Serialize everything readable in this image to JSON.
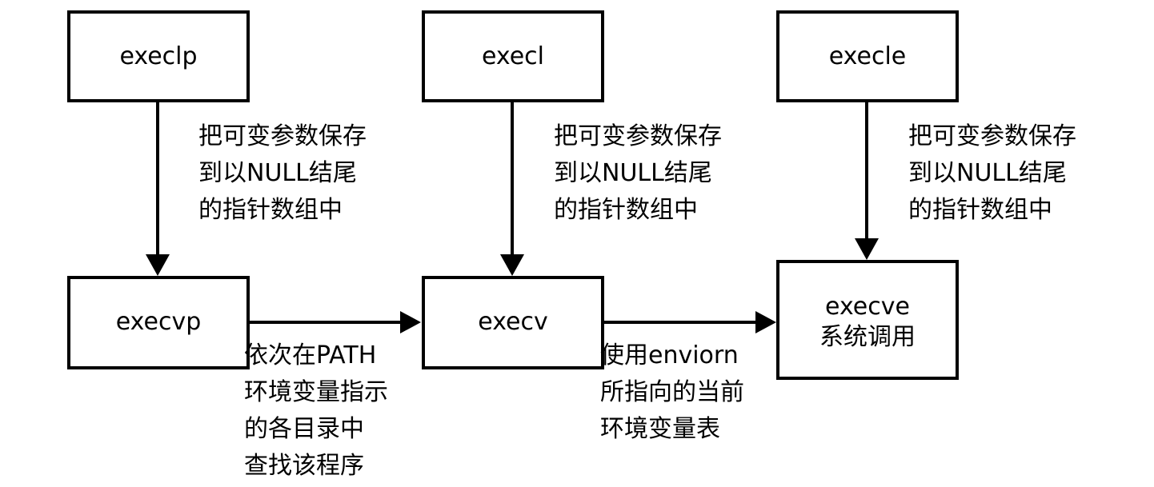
{
  "colors": {
    "stroke": "#000000",
    "background": "#ffffff"
  },
  "boxes": {
    "execlp": {
      "label": "execlp"
    },
    "execl": {
      "label": "execl"
    },
    "execle": {
      "label": "execle"
    },
    "execvp": {
      "label": "execvp"
    },
    "execv": {
      "label": "execv"
    },
    "execve": {
      "label": "execve",
      "sublabel": "系统调用"
    }
  },
  "notes": {
    "execlp_to_execvp": [
      "把可变参数保存",
      "到以NULL结尾",
      "的指针数组中"
    ],
    "execl_to_execv": [
      "把可变参数保存",
      "到以NULL结尾",
      "的指针数组中"
    ],
    "execle_to_execve": [
      "把可变参数保存",
      "到以NULL结尾",
      "的指针数组中"
    ],
    "execvp_to_execv": [
      "依次在PATH",
      "环境变量指示",
      "的各目录中",
      "查找该程序"
    ],
    "execv_to_execve": [
      "使用enviorn",
      "所指向的当前",
      "环境变量表"
    ]
  }
}
